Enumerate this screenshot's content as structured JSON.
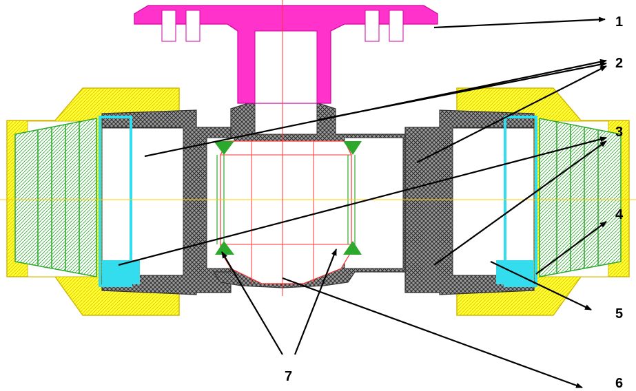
{
  "diagram": {
    "callouts": [
      {
        "id": "1",
        "label": "1"
      },
      {
        "id": "2",
        "label": "2"
      },
      {
        "id": "3",
        "label": "3"
      },
      {
        "id": "4",
        "label": "4"
      },
      {
        "id": "5",
        "label": "5"
      },
      {
        "id": "6",
        "label": "6"
      },
      {
        "id": "7",
        "label": "7"
      }
    ],
    "colors": {
      "handle": "#ff33cc",
      "nut": "#ffff33",
      "body": "#888888",
      "seal_ring": "#33ddee",
      "thread": "#2ca82c",
      "seat": "#2ca82c",
      "ball_line": "#ff3333",
      "arrow": "#000000"
    }
  }
}
